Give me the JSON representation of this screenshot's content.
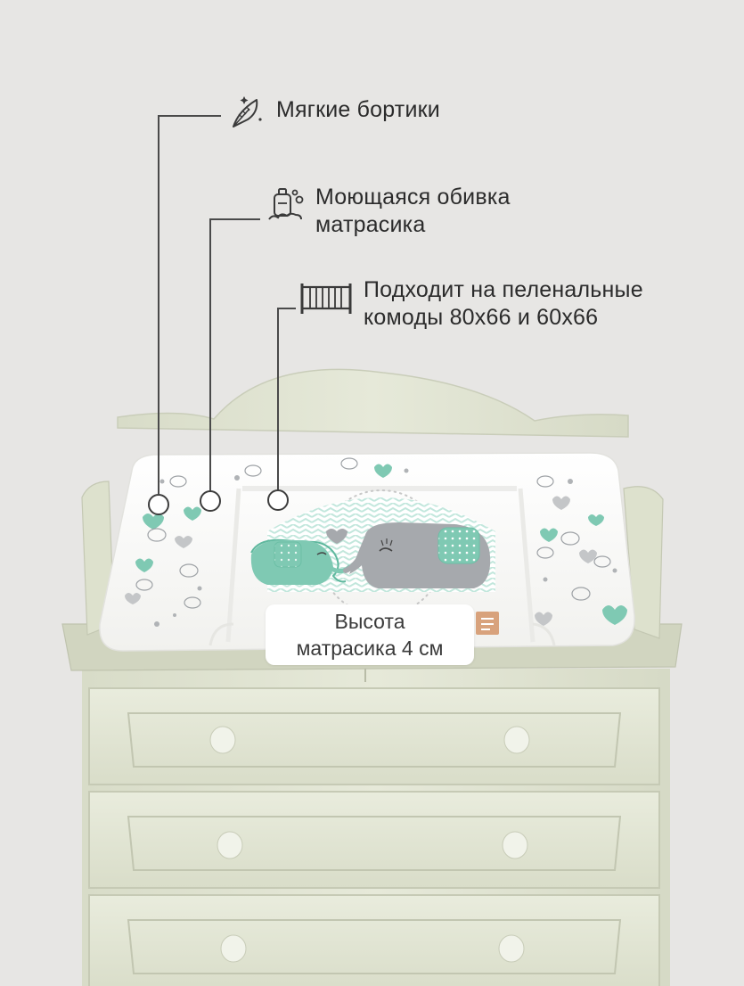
{
  "features": [
    {
      "icon": "feather-icon",
      "lines": [
        "Мягкие бортики"
      ]
    },
    {
      "icon": "detergent-bottle-icon",
      "lines": [
        "Моющаяся обивка",
        "матрасика"
      ]
    },
    {
      "icon": "crib-icon",
      "lines": [
        "Подходит на пеленальные",
        "комоды 80х66 и 60х66"
      ]
    }
  ],
  "height_badge": {
    "lines": [
      "Высота",
      "матрасика 4 см"
    ]
  },
  "colors": {
    "background": "#e7e6e4",
    "dresser": "#dfe3d1",
    "mat": "#fbfbf9",
    "mint": "#7fc9b3",
    "grey_elephant": "#a3a6aa",
    "callout_line": "#4a4a4a"
  }
}
